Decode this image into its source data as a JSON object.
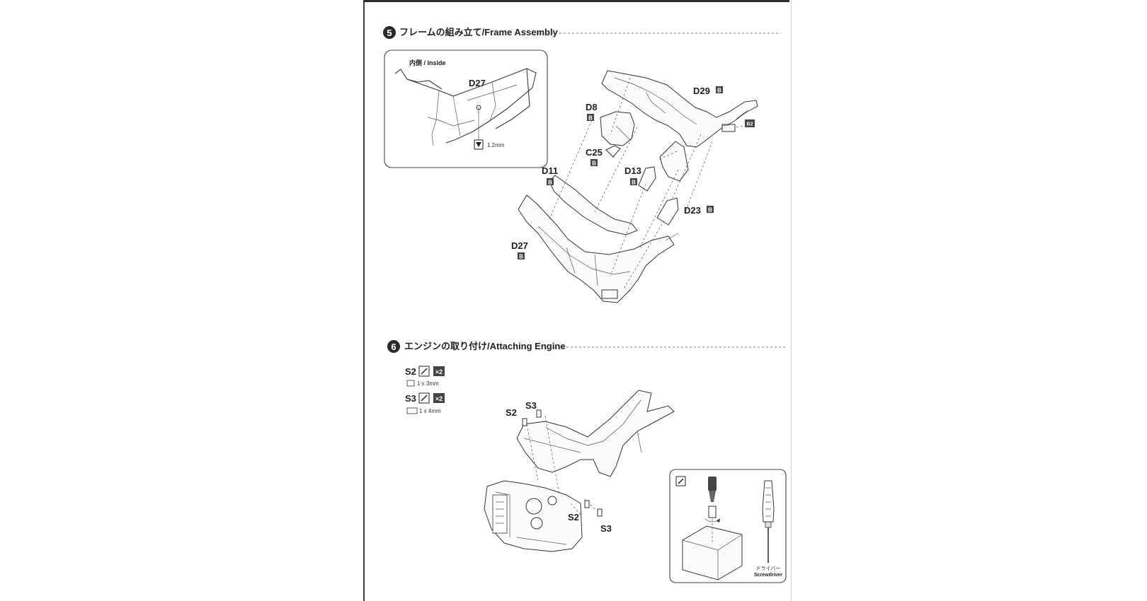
{
  "step5": {
    "number": "5",
    "title": "フレームの組み立て/Frame Assembly",
    "inset": {
      "label": "内側 / Inside",
      "part": "D27",
      "drill_size": "1.2mm"
    },
    "parts": [
      {
        "name": "D29",
        "code": "B"
      },
      {
        "name": "D8",
        "code": "B"
      },
      {
        "name": "C25",
        "code": "B"
      },
      {
        "name": "D11",
        "code": "B"
      },
      {
        "name": "D13",
        "code": "B"
      },
      {
        "name": "D23",
        "code": "B"
      },
      {
        "name": "D27",
        "code": "B"
      }
    ],
    "side_tag": "B2"
  },
  "step6": {
    "number": "6",
    "title": "エンジンの取り付け/Attaching Engine",
    "screws": [
      {
        "name": "S2",
        "qty": "×2",
        "size": "1 x 3mm"
      },
      {
        "name": "S3",
        "qty": "×2",
        "size": "1 x 4mm"
      }
    ],
    "callouts": [
      "S2",
      "S3",
      "S2",
      "S3"
    ],
    "tool": {
      "label_jp": "ドライバー",
      "label_en": "Screwdriver"
    }
  }
}
